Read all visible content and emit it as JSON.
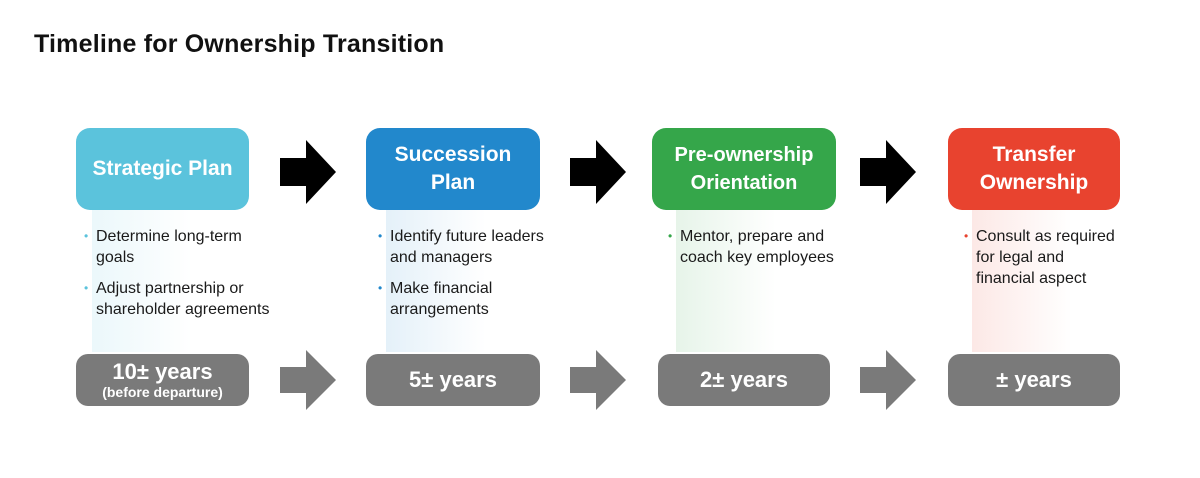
{
  "title": "Timeline for Ownership Transition",
  "stages": [
    {
      "title": "Strategic Plan",
      "color": "#5bc3dc",
      "bullets": [
        "Determine long-term goals",
        "Adjust partnership or shareholder agreements"
      ],
      "years": "10± years",
      "years_note": "(before departure)"
    },
    {
      "title": "Succession Plan",
      "color": "#2288cc",
      "bullets": [
        "Identify future leaders and managers",
        "Make financial arrangements"
      ],
      "years": "5± years",
      "years_note": ""
    },
    {
      "title": "Pre-ownership Orientation",
      "color": "#35a64a",
      "bullets": [
        "Mentor, prepare and coach key employees"
      ],
      "years": "2± years",
      "years_note": ""
    },
    {
      "title": "Transfer Ownership",
      "color": "#e8432f",
      "bullets": [
        "Consult as required for legal and financial aspect"
      ],
      "years": "± years",
      "years_note": ""
    }
  ],
  "colors": {
    "arrow_dark": "#000000",
    "arrow_gray": "#7a7a7a",
    "years_bg": "#7a7a7a"
  }
}
